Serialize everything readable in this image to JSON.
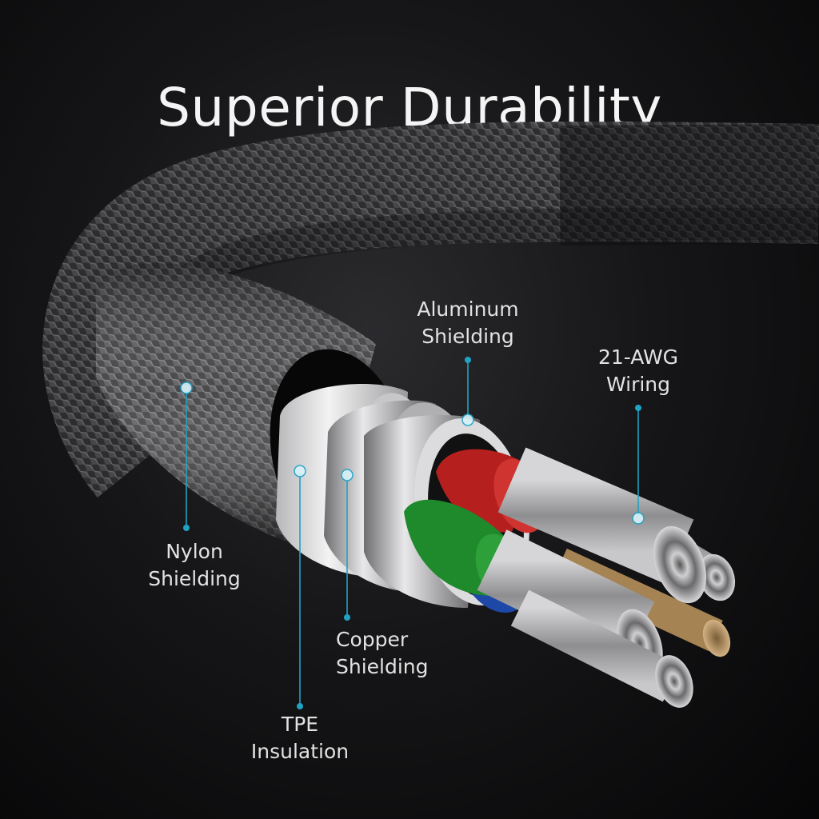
{
  "title": "Superior Durability",
  "callouts": {
    "aluminum": {
      "line1": "Aluminum",
      "line2": "Shielding"
    },
    "wiring": {
      "line1": "21-AWG",
      "line2": "Wiring"
    },
    "nylon": {
      "line1": "Nylon",
      "line2": "Shielding"
    },
    "copper": {
      "line1": "Copper",
      "line2": "Shielding"
    },
    "tpe": {
      "line1": "TPE",
      "line2": "Insulation"
    }
  },
  "colors": {
    "accent": "#1fa3c4",
    "wire_red": "#b5201e",
    "wire_green": "#1f8a2c",
    "wire_blue": "#1d48a8",
    "wire_tan": "#a58353"
  }
}
